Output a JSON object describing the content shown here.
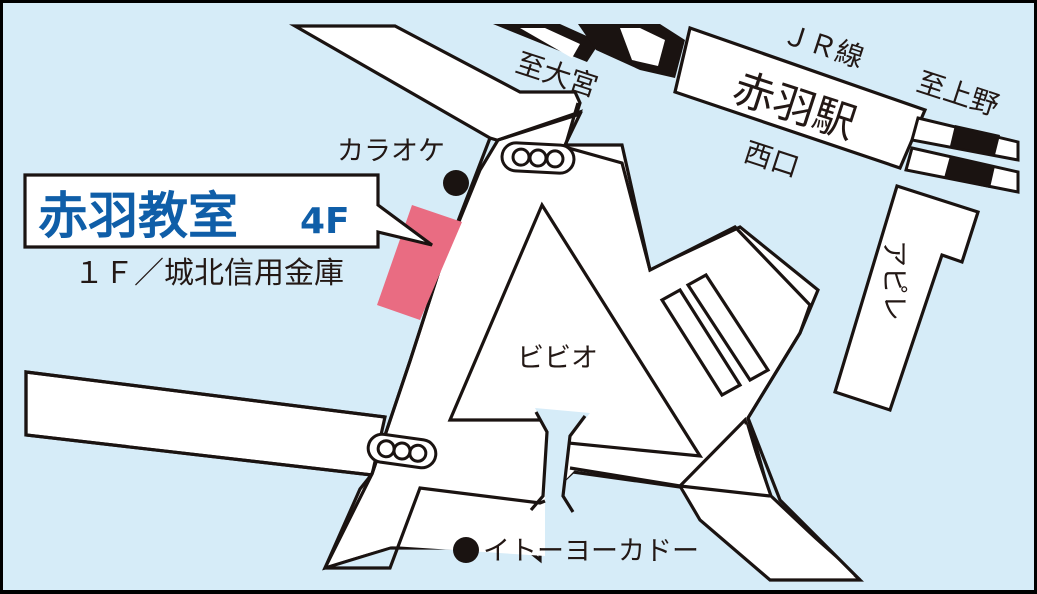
{
  "colors": {
    "frame": "#000000",
    "background": "#d6ecf8",
    "road": "#ffffff",
    "outline": "#1a1311",
    "target_building": "#e96c82",
    "title_text": "#0f5ea8",
    "label_text": "#231815"
  },
  "callout": {
    "name": "赤羽教室",
    "floor": "4F",
    "sub_label": "１Ｆ／城北信用金庫"
  },
  "station": {
    "name": "赤羽駅",
    "line": "ＪＲ線",
    "exit": "西口",
    "direction_west": "至大宮",
    "direction_east": "至上野"
  },
  "landmarks": {
    "karaoke": "カラオケ",
    "vivio": "ビビオ",
    "apire": "アピレ",
    "ito_yokado": "イトーヨーカドー"
  },
  "icons": {
    "traffic_light": "traffic-light-icon",
    "landmark_dot": "landmark-dot-icon"
  }
}
